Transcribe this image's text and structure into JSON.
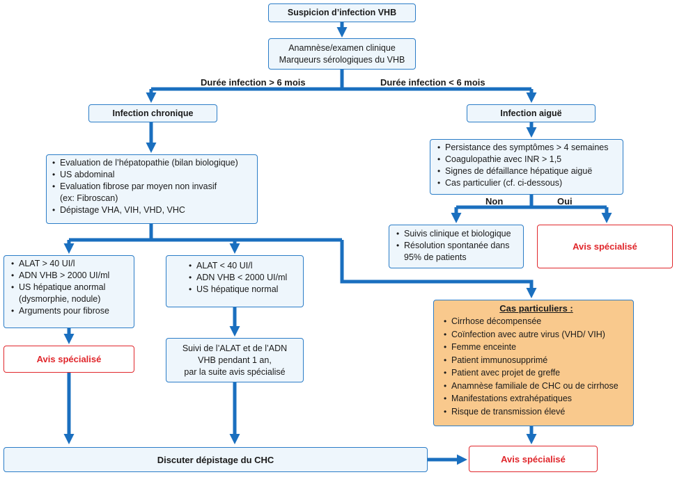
{
  "nodes": {
    "suspicion": "Suspicion d’infection VHB",
    "anamnese": [
      "Anamnèse/examen clinique",
      "Marqueurs sérologiques du VHB"
    ],
    "chronique": "Infection chronique",
    "aigue": "Infection aiguë",
    "evaluation": [
      "Evaluation de l’hépatopathie (bilan biologique)",
      "US abdominal",
      "Evaluation fibrose par moyen non invasif",
      "(ex: Fibroscan)",
      "Dépistage VHA, VIH, VHD, VHC"
    ],
    "aigue_criteria": [
      "Persistance des symptômes > 4 semaines",
      "Coagulopathie avec INR > 1,5",
      "Signes de défaillance hépatique aiguë",
      "Cas particulier (cf. ci-dessous)"
    ],
    "suivis": [
      "Suivis clinique et biologique",
      "Résolution spontanée dans",
      "95% de patients"
    ],
    "avis_oui": "Avis spécialisé",
    "alat_high": [
      "ALAT > 40 UI/l",
      "ADN VHB > 2000 UI/ml",
      "US hépatique anormal",
      "(dysmorphie, nodule)",
      "Arguments pour fibrose"
    ],
    "alat_low": [
      "ALAT < 40 UI/l",
      "ADN VHB < 2000 UI/ml",
      "US hépatique normal"
    ],
    "avis_left": "Avis spécialisé",
    "suivi_alat": [
      "Suivi de l’ALAT et de l’ADN",
      "VHB pendant 1 an,",
      "par la suite avis spécialisé"
    ],
    "cas_title": "Cas particuliers :",
    "cas_items": [
      "Cirrhose décompensée",
      "Coïnfection avec autre virus (VHD/ VIH)",
      "Femme enceinte",
      "Patient immunosupprimé",
      "Patient avec projet de greffe",
      "Anamnèse familiale de CHC ou de cirrhose",
      "Manifestations extrahépatiques",
      "Risque de transmission élevé"
    ],
    "chc": "Discuter dépistage du CHC",
    "avis_bottom": "Avis spécialisé"
  },
  "labels": {
    "duree_long": "Durée infection > 6 mois",
    "duree_short": "Durée infection < 6 mois",
    "non": "Non",
    "oui": "Oui"
  },
  "colors": {
    "arrow": "#1a6fbf",
    "box_border": "#2a7cc7",
    "box_fill": "#eef6fc",
    "red": "#e0262b",
    "orange": "#f9c98d"
  }
}
